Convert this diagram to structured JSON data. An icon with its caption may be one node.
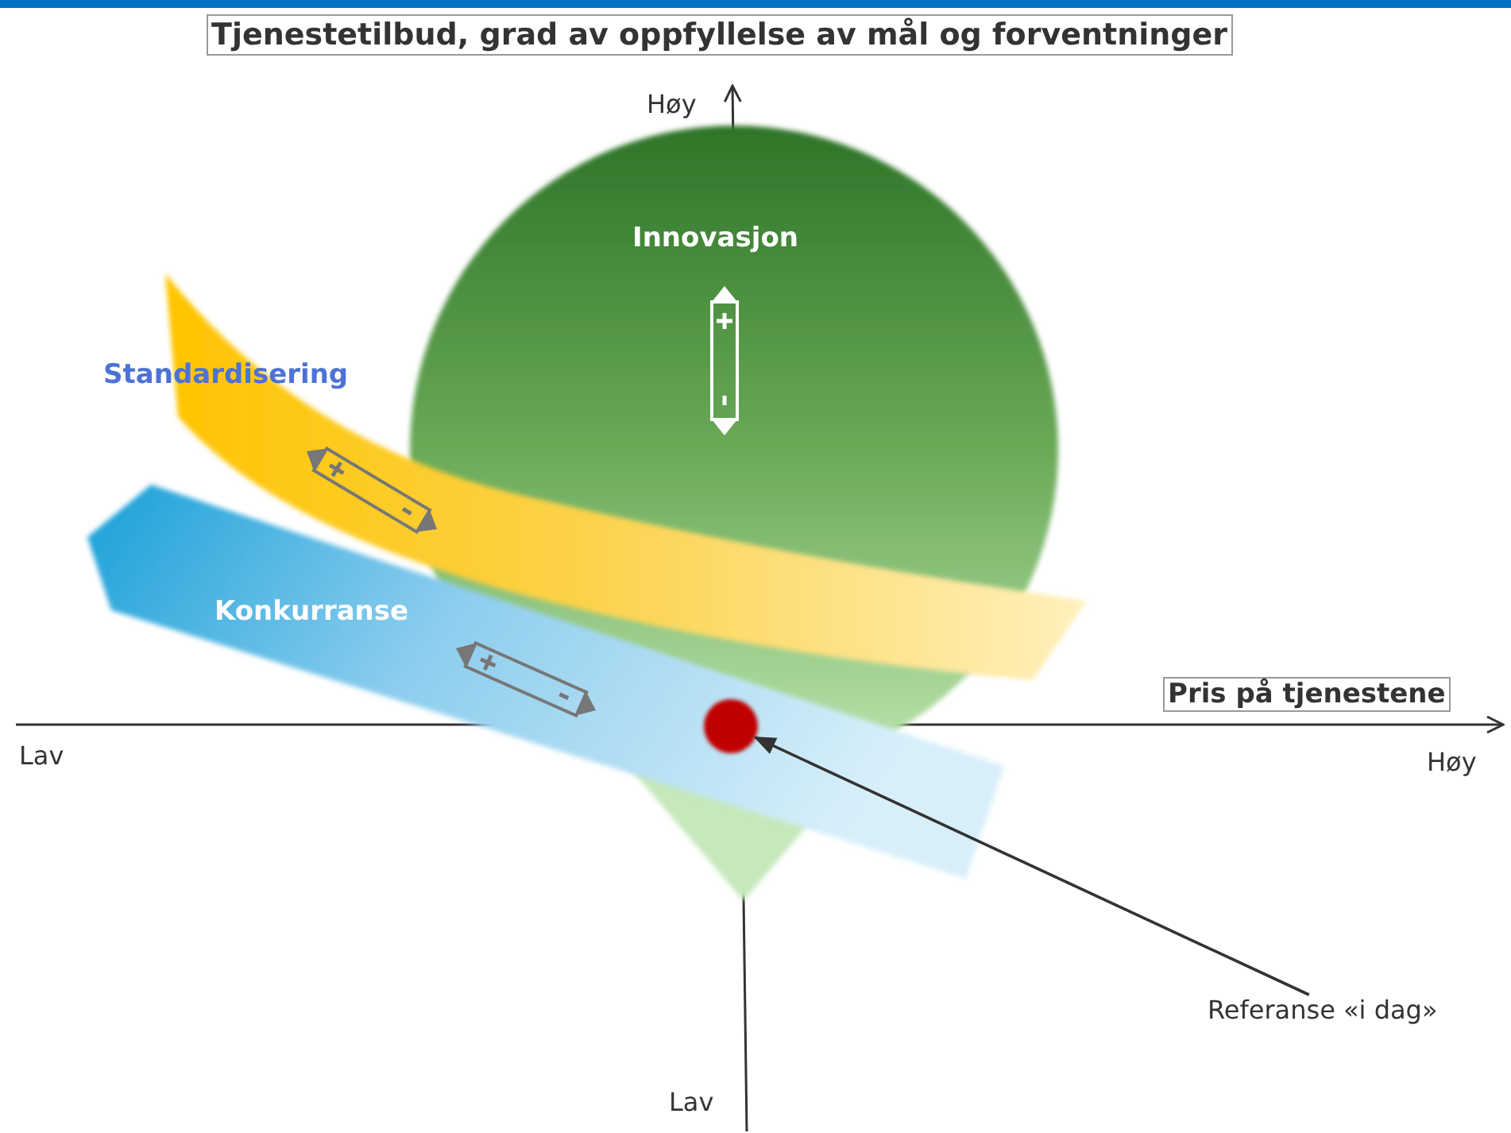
{
  "diagram": {
    "title": "Tjenestetilbud, grad av oppfyllelse av mål og forventninger",
    "nodes": [
      {
        "text": [
          "Innovasjon"
        ]
      },
      {
        "text": [
          "Standardisering"
        ]
      },
      {
        "text": [
          "Konkurranse"
        ]
      },
      {
        "text": [],
        "shape": "circle"
      },
      {
        "text": [
          "Referanse «i dag»"
        ]
      }
    ],
    "edges": [
      {
        "from": 4,
        "to": 3,
        "arrow": "to"
      }
    ],
    "labels": [
      "Høy",
      "Lav",
      "Pris på tjenestene",
      "Høy",
      "Lav"
    ]
  }
}
